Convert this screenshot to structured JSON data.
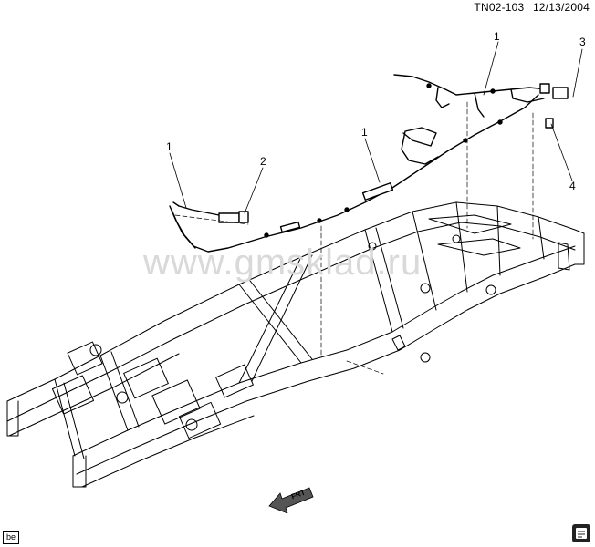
{
  "figure": {
    "id_code": "TN02-103",
    "date": "12/13/2004"
  },
  "watermark": {
    "text": "www.gmsklad.ru"
  },
  "callouts": [
    {
      "label": "1"
    },
    {
      "label": "3"
    },
    {
      "label": "1"
    },
    {
      "label": "1"
    },
    {
      "label": "2"
    },
    {
      "label": "4"
    }
  ],
  "corner_tag": {
    "text": "be"
  },
  "front_indicator": {
    "text": "FRT"
  },
  "colors": {
    "line": "#000000",
    "watermark": "#d9d9d9",
    "background": "#ffffff"
  },
  "icons": {
    "front_arrow": "arrow-front-icon",
    "corner": "document-fold-icon"
  }
}
